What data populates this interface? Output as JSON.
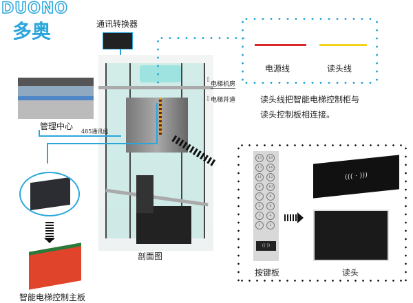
{
  "logo": {
    "brand_latin": "DUONO",
    "brand_cn": "多奥"
  },
  "labels": {
    "converter": "通讯转换器",
    "management_center": "管理中心",
    "rs485_line": "485通讯线",
    "control_board": "智能电梯控制主板",
    "section_view": "剖面图",
    "machine_room": "电梯机房",
    "shaft": "电梯井道",
    "power_line": "电源线",
    "reader_line": "读头线",
    "description_line1": "读头线把智能电梯控制柜与",
    "description_line2": "读头控制板相连接。",
    "keypad": "按键板",
    "reader": "读头"
  },
  "keypad_buttons": [
    "15",
    "16",
    "13",
    "14",
    "11",
    "12",
    "9",
    "10",
    "7",
    "8",
    "5",
    "6",
    "3",
    "4",
    "1",
    "2"
  ],
  "colors": {
    "accent": "#2aa6dc",
    "power_line": "#d8262c",
    "reader_line": "#f5d31c"
  }
}
